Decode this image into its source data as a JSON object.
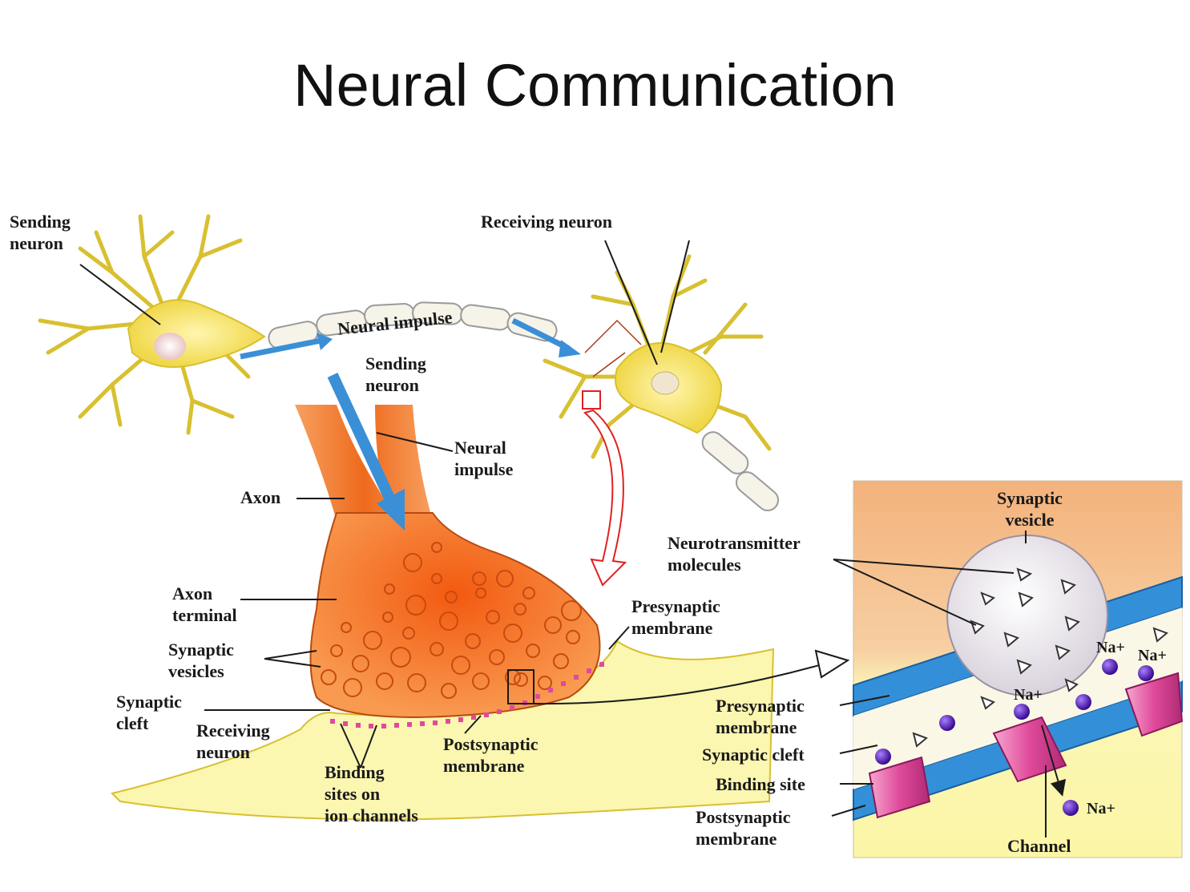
{
  "title": "Neural Communication",
  "labels": {
    "sending_neuron_top": [
      "Sending",
      "neuron"
    ],
    "receiving_neuron_top": "Receiving neuron",
    "neural_impulse_curved": "Neural impulse",
    "sending_neuron_mid": [
      "Sending",
      "neuron"
    ],
    "neural_impulse_mid": [
      "Neural",
      "impulse"
    ],
    "axon": "Axon",
    "axon_terminal": [
      "Axon",
      "terminal"
    ],
    "synaptic_vesicles": [
      "Synaptic",
      "vesicles"
    ],
    "synaptic_cleft": [
      "Synaptic",
      "cleft"
    ],
    "receiving_neuron_mid": [
      "Receiving",
      "neuron"
    ],
    "binding_sites": [
      "Binding",
      "sites on",
      "ion channels"
    ],
    "postsynaptic_membrane_mid": [
      "Postsynaptic",
      "membrane"
    ],
    "presynaptic_membrane_mid": [
      "Presynaptic",
      "membrane"
    ],
    "synaptic_vesicle_inset": [
      "Synaptic",
      "vesicle"
    ],
    "neurotransmitter_molecules": [
      "Neurotransmitter",
      "molecules"
    ],
    "presynaptic_membrane_inset": [
      "Presynaptic",
      "membrane"
    ],
    "synaptic_cleft_inset": "Synaptic cleft",
    "binding_site_inset": "Binding site",
    "postsynaptic_membrane_inset": [
      "Postsynaptic",
      "membrane"
    ],
    "channel": "Channel",
    "sodium_ion": "Na+"
  },
  "colors": {
    "neuron_yellow": "#f3e25a",
    "axon_orange": "#ee6a1c",
    "impulse_blue": "#3b8fd6",
    "inset_bg_top": "#f3b27c",
    "inset_bg_bottom": "#fbf6a6",
    "membrane_blue": "#3390d8",
    "vesicle_gray": "#e8e4ea",
    "channel_pink": "#e04a9a",
    "ion_purple": "#5a1fb0",
    "zoom_marker_red": "#e02020"
  }
}
